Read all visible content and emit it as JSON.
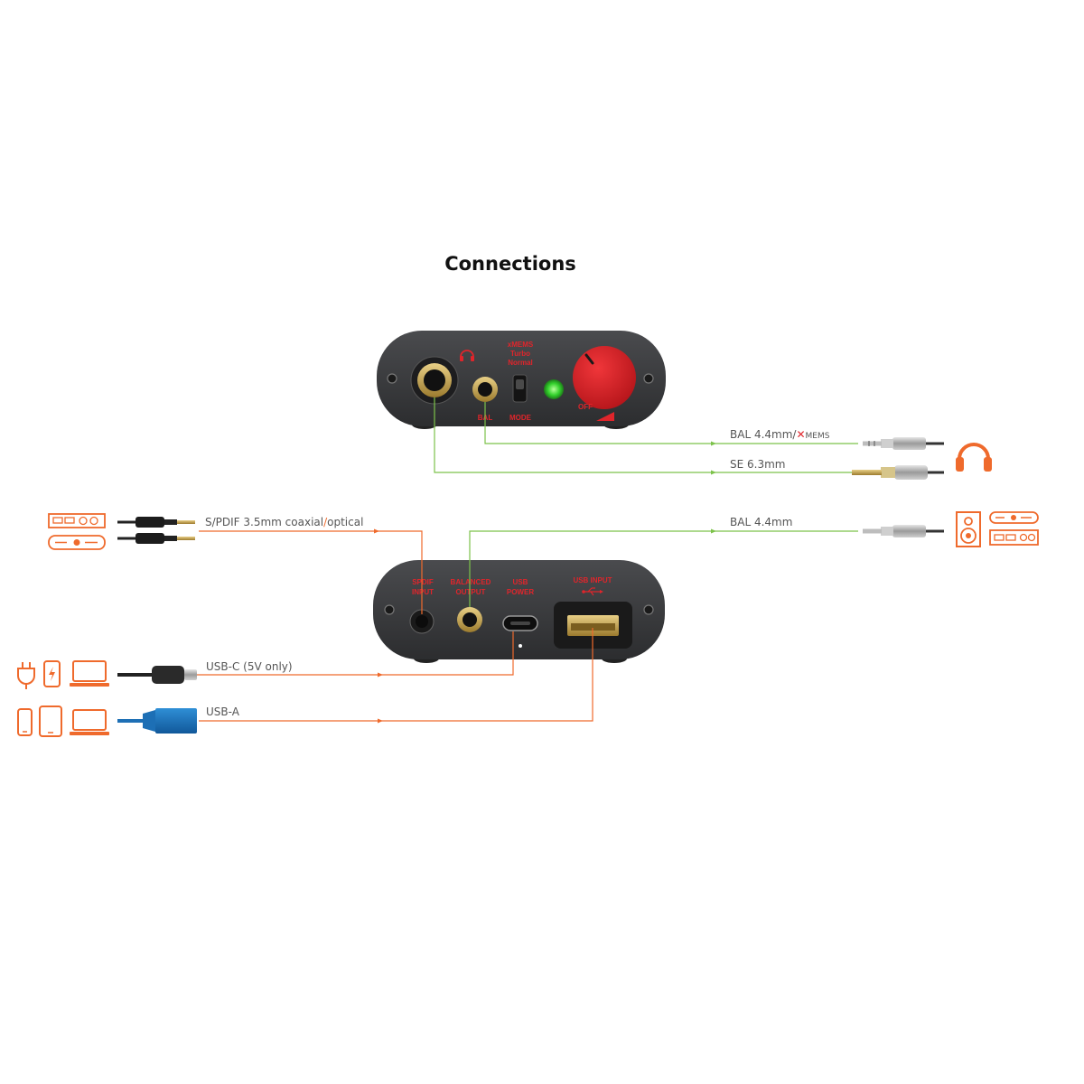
{
  "title": "Connections",
  "colors": {
    "cable_green": "#7cc24a",
    "cable_orange": "#ef6a2c",
    "device_icons": "#ef6a2c",
    "panel_label_red": "#e0252b",
    "body": "#3a3b3d"
  },
  "front_panel": {
    "mode_options": [
      "xMEMS",
      "Turbo",
      "Normal"
    ],
    "bal_label": "BAL",
    "mode_label": "MODE",
    "off_label": "OFF"
  },
  "back_panel": {
    "spdif_label": [
      "SPDIF",
      "INPUT"
    ],
    "balanced_label": [
      "BALANCED",
      "OUTPUT"
    ],
    "usb_power_label": [
      "USB",
      "POWER"
    ],
    "usb_input_label": "USB INPUT"
  },
  "connections": {
    "bal_44_xmems": {
      "text": "BAL 4.4mm/",
      "logo": "MEMS"
    },
    "se_63": "SE 6.3mm",
    "spdif": {
      "text": "S/PDIF 3.5mm coaxial",
      "sep": "/",
      "text2": "optical"
    },
    "bal_44_out": "BAL 4.4mm",
    "usb_c": "USB-C (5V only)",
    "usb_a": "USB-A"
  },
  "icons": {
    "headphones": "headphones-icon",
    "speaker": "speaker-icon",
    "amplifier": "amplifier-icon",
    "power_plug": "power-plug-icon",
    "phone": "phone-icon",
    "tablet": "tablet-icon",
    "laptop": "laptop-icon",
    "usb": "usb-symbol-icon"
  }
}
